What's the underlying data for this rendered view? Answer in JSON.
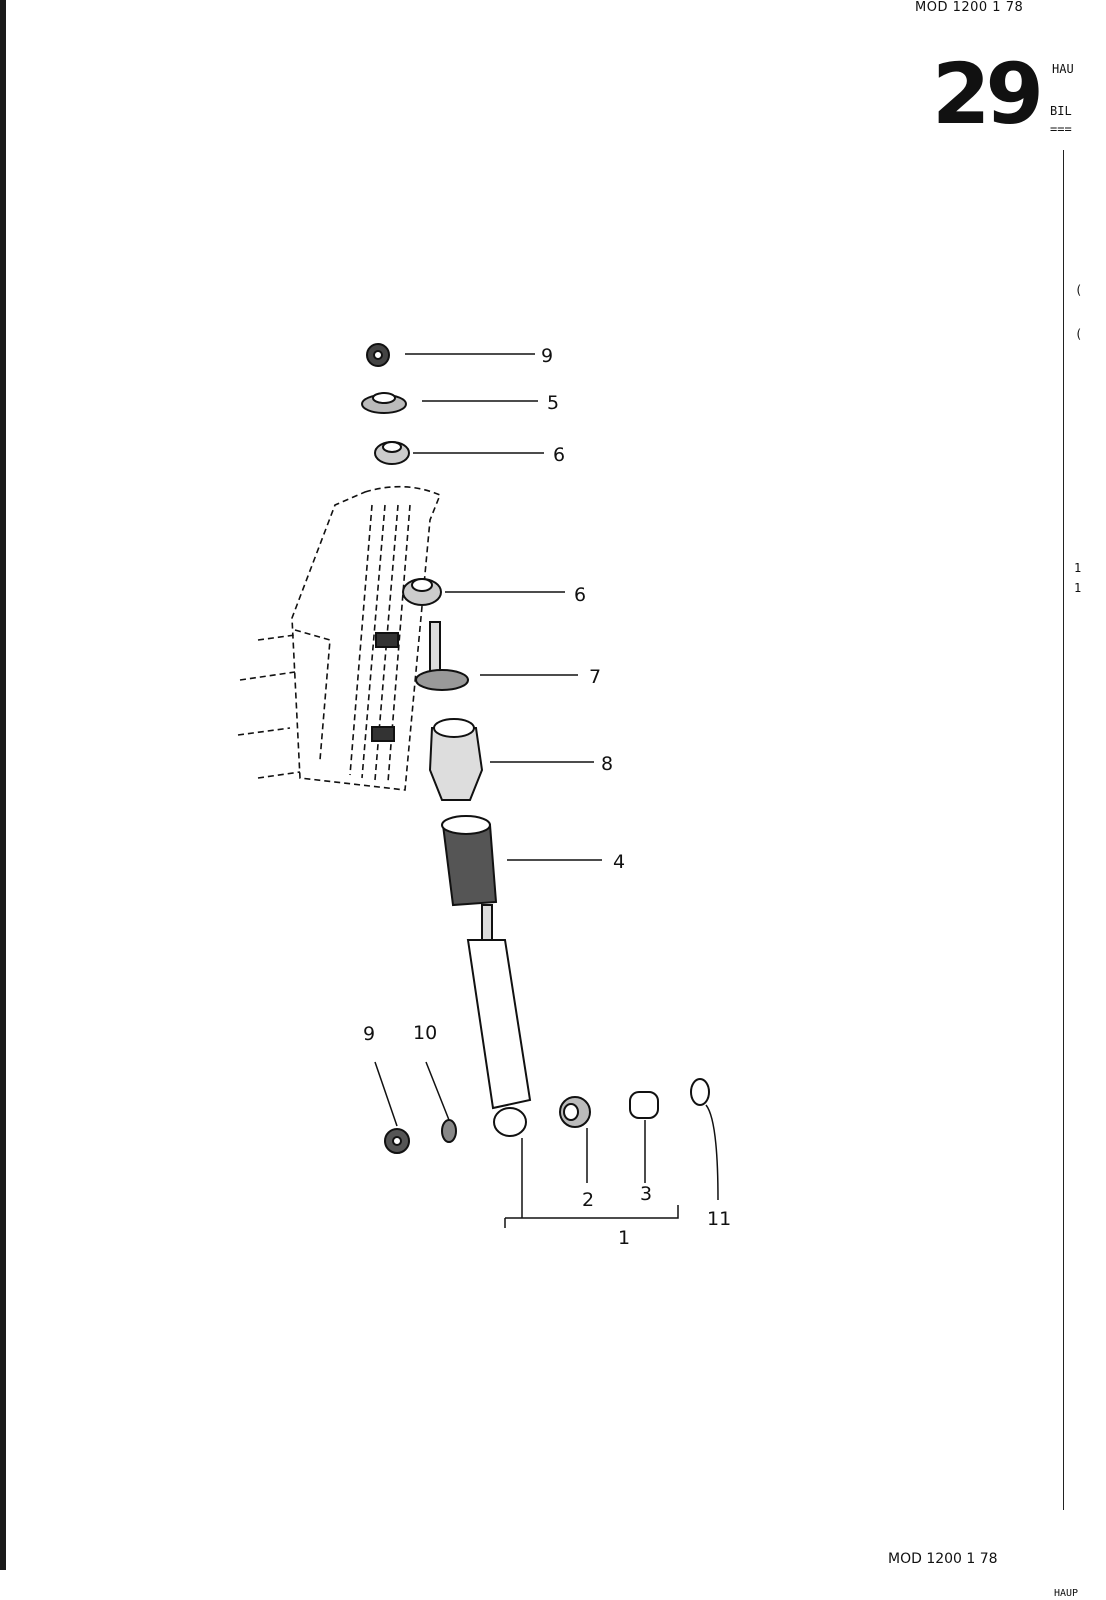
{
  "header": {
    "model": "MOD 1200  1 78",
    "page_number": "29"
  },
  "right_column": {
    "line1": "HAU",
    "line2": "BIL",
    "line3": "==="
  },
  "right_column_fragments": [
    "(",
    "(",
    "1",
    "1"
  ],
  "footer": {
    "model": "MOD 1200  1 78",
    "cut": "HAUP"
  },
  "callouts": {
    "c9_top": "9",
    "c5": "5",
    "c6_top": "6",
    "c6_mid": "6",
    "c7": "7",
    "c8": "8",
    "c4": "4",
    "c9_bottom": "9",
    "c10": "10",
    "c2": "2",
    "c3": "3",
    "c11": "11",
    "c1": "1"
  }
}
